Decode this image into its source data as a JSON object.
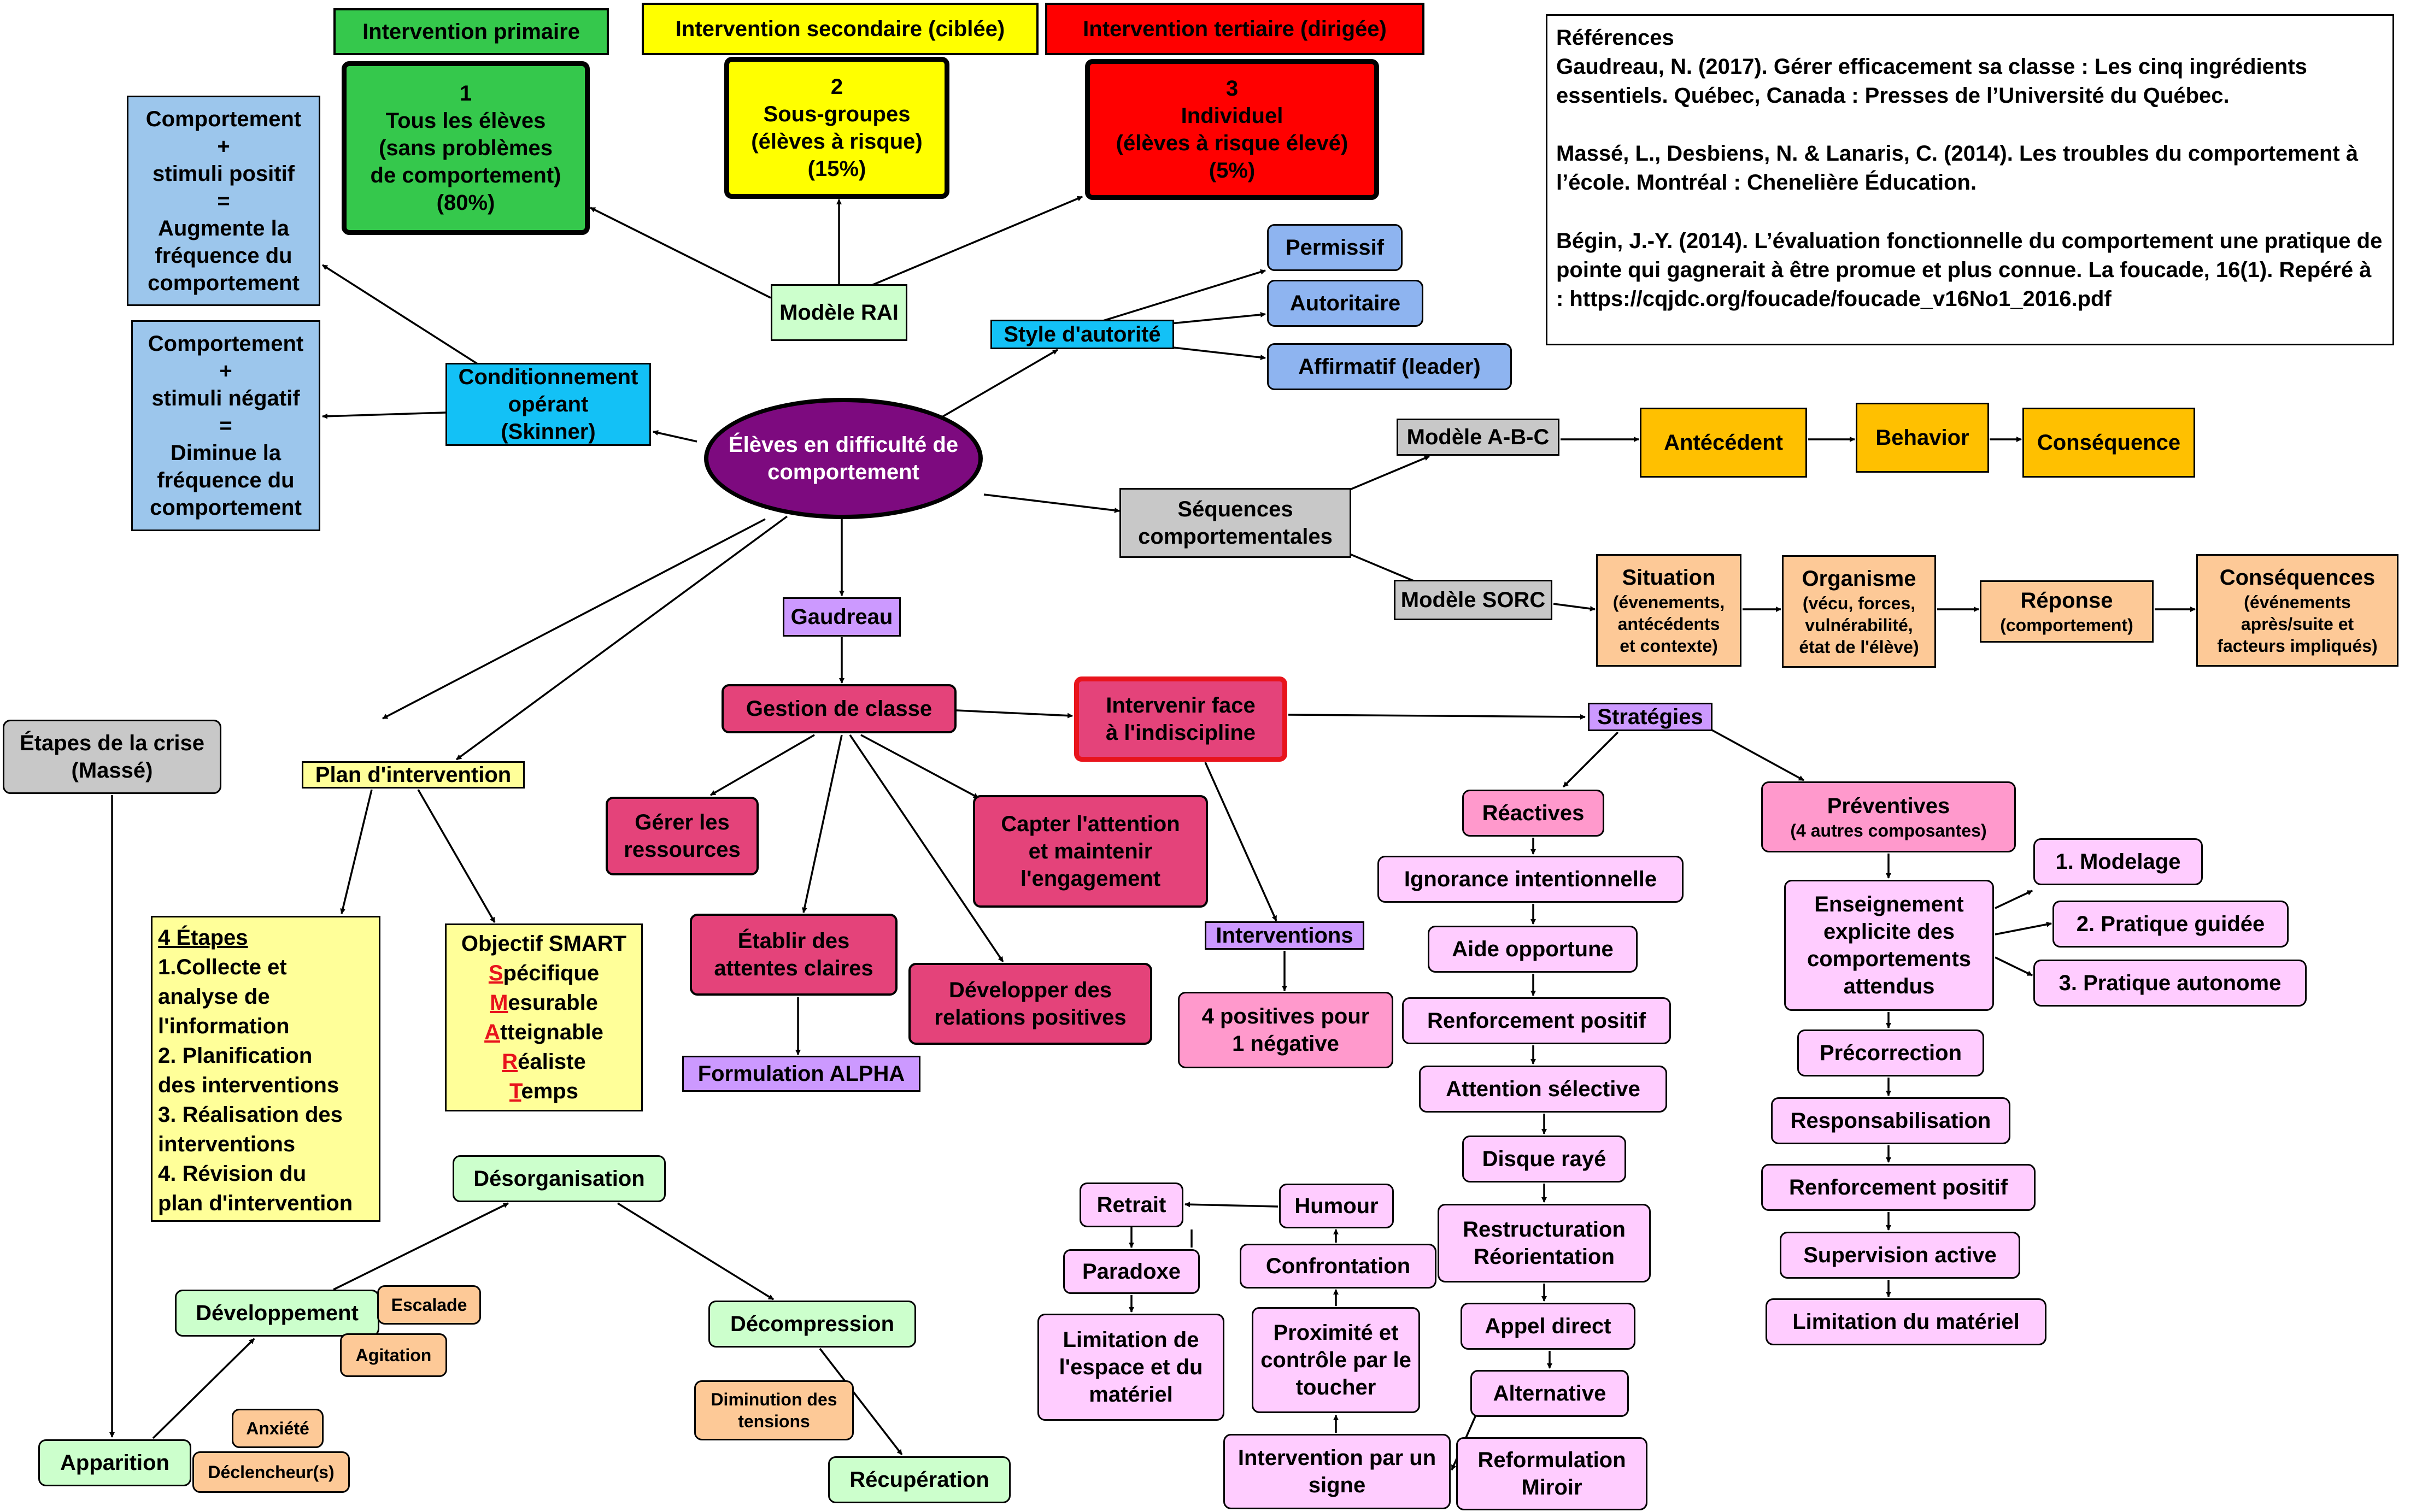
{
  "center": "Élèves en difficulté de comportement",
  "rai": {
    "model": "Modèle RAI",
    "tiers": [
      {
        "header": "Intervention primaire",
        "number": "1",
        "lines": [
          "Tous les élèves",
          "(sans problèmes",
          "de comportement)",
          "(80%)"
        ]
      },
      {
        "header": "Intervention secondaire (ciblée)",
        "number": "2",
        "lines": [
          "Sous-groupes",
          "(élèves à risque)",
          "(15%)"
        ]
      },
      {
        "header": "Intervention tertiaire (dirigée)",
        "number": "3",
        "lines": [
          "Individuel",
          "(élèves à risque élevé)",
          "(5%)"
        ]
      }
    ]
  },
  "skinner": {
    "title": [
      "Conditionnement",
      "opérant",
      "(Skinner)"
    ],
    "positive": [
      "Comportement",
      "+",
      "stimuli positif",
      "=",
      "Augmente la",
      "fréquence du",
      "comportement"
    ],
    "negative": [
      "Comportement",
      "+",
      "stimuli négatif",
      "=",
      "Diminue la",
      "fréquence du",
      "comportement"
    ]
  },
  "authority": {
    "title": "Style d'autorité",
    "styles": [
      "Permissif",
      "Autoritaire",
      "Affirmatif (leader)"
    ]
  },
  "sequences": {
    "title": [
      "Séquences",
      "comportementales"
    ],
    "abc": {
      "title": "Modèle A-B-C",
      "steps": [
        "Antécédent",
        "Behavior",
        "Conséquence"
      ]
    },
    "sorc": {
      "title": "Modèle SORC",
      "steps": [
        {
          "name": "Situation",
          "detail": [
            "(évenements,",
            "antécédents",
            "et contexte)"
          ]
        },
        {
          "name": "Organisme",
          "detail": [
            "(vécu, forces,",
            "vulnérabilité,",
            "état de l'élève)"
          ]
        },
        {
          "name": "Réponse",
          "detail": [
            "(comportement)"
          ]
        },
        {
          "name": "Conséquences",
          "detail": [
            "(événements",
            "après/suite et",
            "facteurs impliqués)"
          ]
        }
      ]
    }
  },
  "references": {
    "title": "Références",
    "items": [
      "Gaudreau, N. (2017). Gérer efficacement sa classe : Les cinq ingrédients essentiels. Québec, Canada : Presses de l’Université du Québec.",
      "Massé, L., Desbiens, N. & Lanaris, C. (2014). Les troubles du comportement à l’école. Montréal : Chenelière Éducation.",
      "Bégin, J.-Y. (2014). L’évaluation fonctionnelle du comportement une pratique de pointe qui gagnerait à être promue et plus connue. La foucade, 16(1). Repéré à : https://cqjdc.org/foucade/foucade_v16No1_2016.pdf"
    ]
  },
  "gaudreau": {
    "title": "Gaudreau",
    "gestion": "Gestion de classe",
    "ressources": [
      "Gérer les",
      "ressources"
    ],
    "attentes": [
      "Établir des",
      "attentes claires"
    ],
    "alpha": "Formulation ALPHA",
    "relations": [
      "Développer des",
      "relations positives"
    ],
    "attention": [
      "Capter l'attention",
      "et maintenir",
      "l'engagement"
    ],
    "indiscipline": [
      "Intervenir face",
      "à l'indiscipline"
    ],
    "interventions": "Interventions",
    "ratio": [
      "4 positives pour",
      "1 négative"
    ]
  },
  "strategies": {
    "title": "Stratégies",
    "reactive": {
      "title": "Réactives",
      "items": [
        "Ignorance intentionnelle",
        "Aide opportune",
        "Renforcement positif",
        "Attention sélective",
        "Disque rayé",
        "Restructuration Réorientation",
        "Appel direct",
        "Alternative",
        "Reformulation Miroir"
      ],
      "extra": [
        "Intervention par un signe",
        "Proximité et contrôle par le toucher",
        "Confrontation",
        "Humour",
        "Retrait",
        "Paradoxe",
        "Limitation de l'espace et du matériel"
      ]
    },
    "preventive": {
      "title": "Préventives",
      "subtitle": "(4 autres composantes)",
      "explicit": [
        "Enseignement",
        "explicite des",
        "comportements",
        "attendus"
      ],
      "explicit_steps": [
        "1. Modelage",
        "2. Pratique guidée",
        "3. Pratique autonome"
      ],
      "items": [
        "Précorrection",
        "Responsabilisation",
        "Renforcement positif",
        "Supervision active",
        "Limitation du matériel"
      ]
    }
  },
  "plan": {
    "title": "Plan d'intervention",
    "steps_title": "4 Étapes",
    "steps": [
      "1.Collecte et",
      "analyse de",
      "l'information",
      "2. Planification",
      "des interventions",
      "3. Réalisation des",
      "interventions",
      "4. Révision du",
      "plan d'intervention"
    ],
    "smart_title": "Objectif SMART",
    "smart": [
      {
        "letter": "S",
        "rest": "pécifique"
      },
      {
        "letter": "M",
        "rest": "esurable"
      },
      {
        "letter": "A",
        "rest": "tteignable"
      },
      {
        "letter": "R",
        "rest": "éaliste"
      },
      {
        "letter": "T",
        "rest": "emps"
      }
    ]
  },
  "crisis": {
    "title": [
      "Étapes de la crise",
      "(Massé)"
    ],
    "phases": [
      "Apparition",
      "Développement",
      "Désorganisation",
      "Décompression",
      "Récupération"
    ],
    "notes": [
      "Anxiété",
      "Déclencheur(s)",
      "Escalade",
      "Agitation",
      "Diminution des tensions"
    ]
  },
  "colors": {
    "green": "#35c84c",
    "yellow": "#ffff00",
    "red": "#ff0000",
    "blue": "#9cc6ec",
    "cyan": "#13c1f6",
    "purple": "#7d0a7f",
    "gray": "#c8c8c8",
    "orange": "#ffc000",
    "peach": "#fdc997",
    "lightyellow": "#ffff99",
    "lightgreen": "#ccffcc",
    "pink": "#e4437a",
    "lightpink": "#ffccff",
    "lavender": "#cc99ff",
    "periwinkle": "#8eb4f0"
  }
}
